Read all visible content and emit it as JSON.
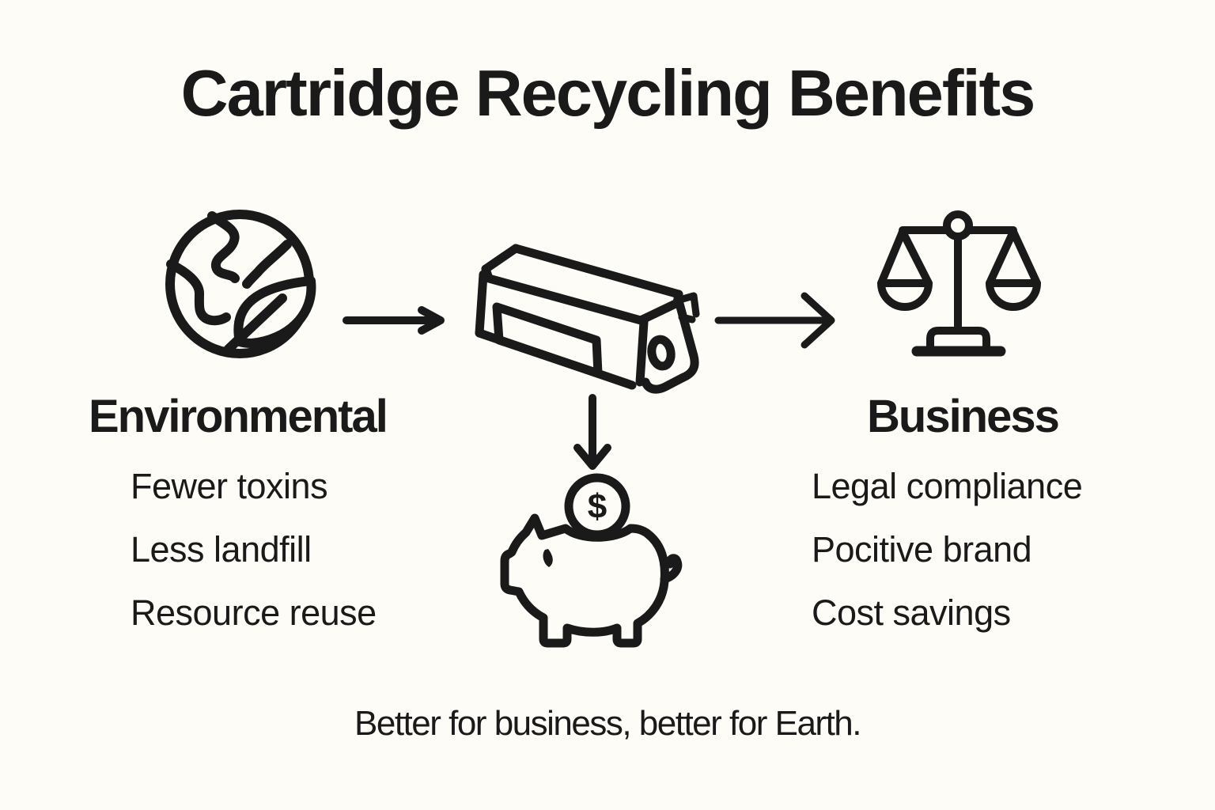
{
  "title": "Cartridge Recycling Benefits",
  "background_color": "#FEFCF6",
  "ink_color": "#1a1a1a",
  "flow": {
    "environmental": {
      "heading": "Environmental",
      "icon": "earth-leaf-icon",
      "items": [
        "Fewer toxins",
        "Less landfill",
        "Resource reuse"
      ]
    },
    "center_icon": "toner-cartridge-icon",
    "business": {
      "heading": "Business",
      "icon": "balance-scale-icon",
      "items": [
        "Legal compliance",
        "Pocitive brand",
        "Cost savings"
      ]
    },
    "savings_icon": "piggy-bank-icon",
    "coin_symbol": "$",
    "connectors": [
      "arrow-right",
      "arrow-right",
      "arrow-down"
    ]
  },
  "tagline": "Better for business, better for Earth."
}
